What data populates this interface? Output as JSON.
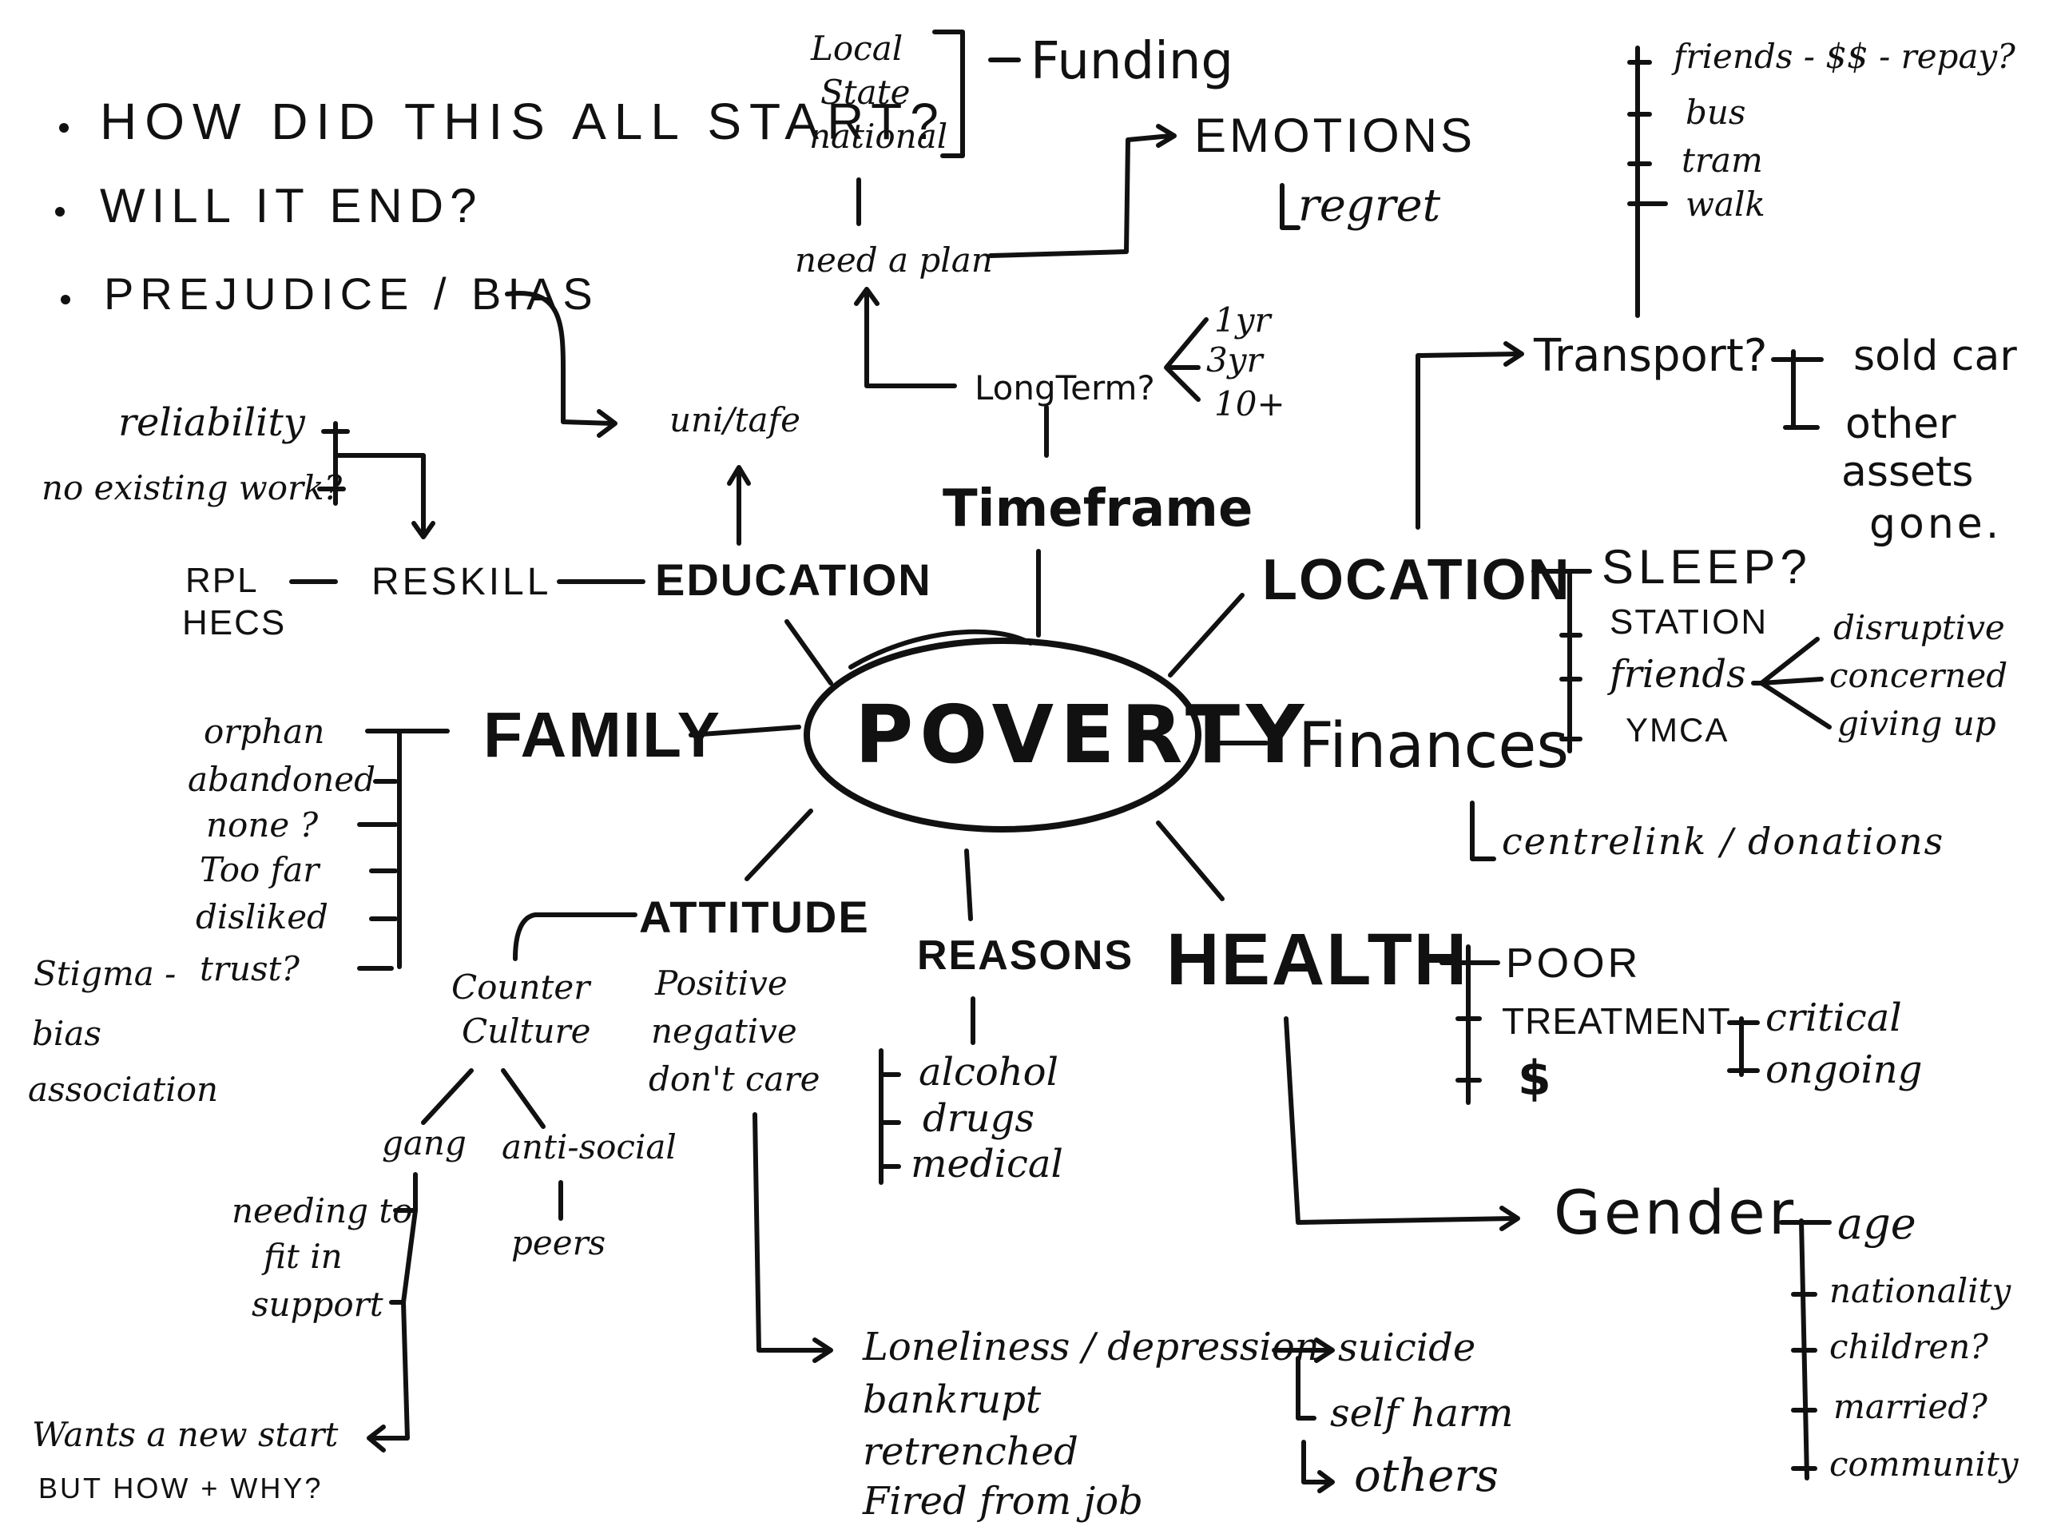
{
  "questions": [
    "HOW DID THIS ALL START?",
    "WILL IT END?",
    "PREJUDICE / BIAS"
  ],
  "center": "POVERTY",
  "branches": {
    "timeframe": "Timeframe",
    "education": "EDUCATION",
    "location": "LOCATION",
    "family": "FAMILY",
    "finances": "Finances",
    "attitude": "ATTITUDE",
    "reasons": "REASONS",
    "health": "HEALTH",
    "gender": "Gender"
  },
  "funding": {
    "levels": [
      "Local",
      "State",
      "national"
    ],
    "label": "Funding"
  },
  "emotions": {
    "label": "EMOTIONS",
    "sub": "regret"
  },
  "plan": "need a plan",
  "longterm": {
    "label": "LongTerm?",
    "options": [
      "1yr",
      "3yr",
      "10+"
    ]
  },
  "uni": "uni/tafe",
  "education_sub": {
    "reliability": "reliability",
    "no_work": "no existing work?",
    "reskill": "RESKILL",
    "rpl": "RPL",
    "hecs": "HECS"
  },
  "transport": {
    "label": "Transport?",
    "options": [
      "friends - $$ - repay?",
      "bus",
      "tram",
      "walk"
    ]
  },
  "assets": [
    "sold car",
    "other",
    "assets",
    "gone."
  ],
  "sleep": {
    "label": "SLEEP?",
    "options": [
      "STATION",
      "friends",
      "YMCA"
    ]
  },
  "friends_states": [
    "disruptive",
    "concerned",
    "giving up"
  ],
  "finances_sub": "centrelink / donations",
  "family_sub": [
    "orphan",
    "abandoned",
    "none ?",
    "Too far",
    "disliked",
    "trust?"
  ],
  "stigma": [
    "Stigma -",
    "bias",
    "association"
  ],
  "attitude_sub": [
    "Positive",
    "negative",
    "don't care"
  ],
  "counter": [
    "Counter",
    "Culture"
  ],
  "gang": "gang",
  "antisocial": "anti-social",
  "peers": "peers",
  "needs": [
    "needing to",
    "fit in",
    "support"
  ],
  "newstart": [
    "Wants a new start",
    "BUT HOW + WHY?"
  ],
  "reasons_sub": [
    "alcohol",
    "drugs",
    "medical"
  ],
  "health_sub": [
    "POOR",
    "TREATMENT",
    "$"
  ],
  "treatment_sub": [
    "critical",
    "ongoing"
  ],
  "loneliness": [
    "Loneliness / depression",
    "bankrupt",
    "retrenched",
    "Fired from job"
  ],
  "outcomes": [
    "suicide",
    "self harm",
    "others"
  ],
  "gender_sub": [
    "age",
    "nationality",
    "children?",
    "married?",
    "community"
  ]
}
